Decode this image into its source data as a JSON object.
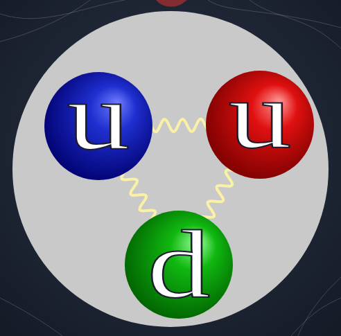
{
  "diagram": {
    "nodes": [
      {
        "text": [
          "u"
        ]
      },
      {
        "text": [
          "u"
        ]
      },
      {
        "text": [
          "d"
        ]
      }
    ],
    "edges": [
      {
        "from": 0,
        "to": 1,
        "arrow": "none"
      },
      {
        "from": 0,
        "to": 2,
        "arrow": "none"
      },
      {
        "from": 1,
        "to": 2,
        "arrow": "none"
      }
    ]
  }
}
